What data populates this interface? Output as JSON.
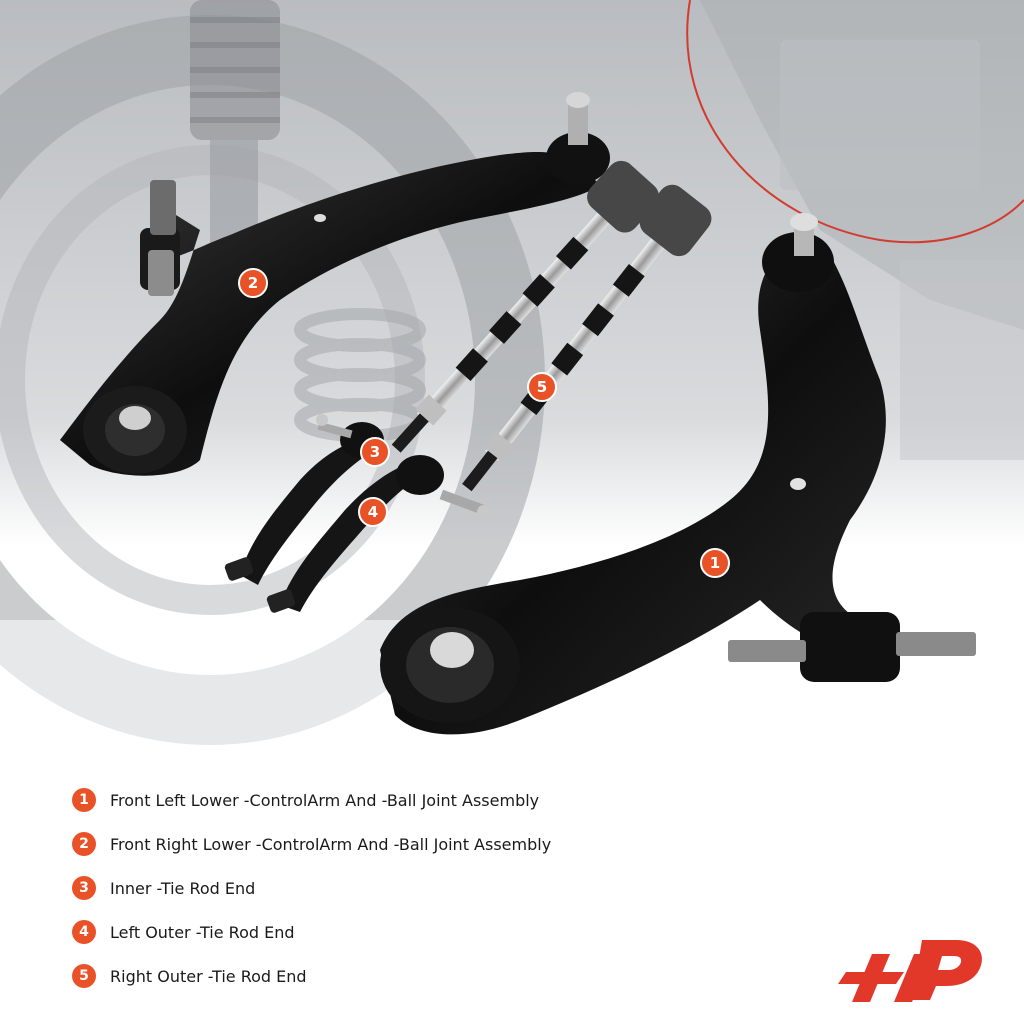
{
  "legend": [
    {
      "number": "1",
      "label": "Front Left Lower -ControlArm And -Ball Joint Assembly"
    },
    {
      "number": "2",
      "label": "Front Right Lower -ControlArm And -Ball Joint Assembly"
    },
    {
      "number": "3",
      "label": "Inner -Tie Rod End"
    },
    {
      "number": "4",
      "label": "Left Outer -Tie Rod End"
    },
    {
      "number": "5",
      "label": "Right Outer -Tie Rod End"
    }
  ],
  "callouts": [
    "1",
    "2",
    "3",
    "4",
    "5"
  ],
  "colors": {
    "accent": "#e85226",
    "part": "#141414",
    "background_photo": "#c9cbce"
  },
  "icons": [
    "control-arm-icon",
    "tie-rod-icon",
    "tie-rod-end-icon",
    "brand-logo-icon"
  ]
}
